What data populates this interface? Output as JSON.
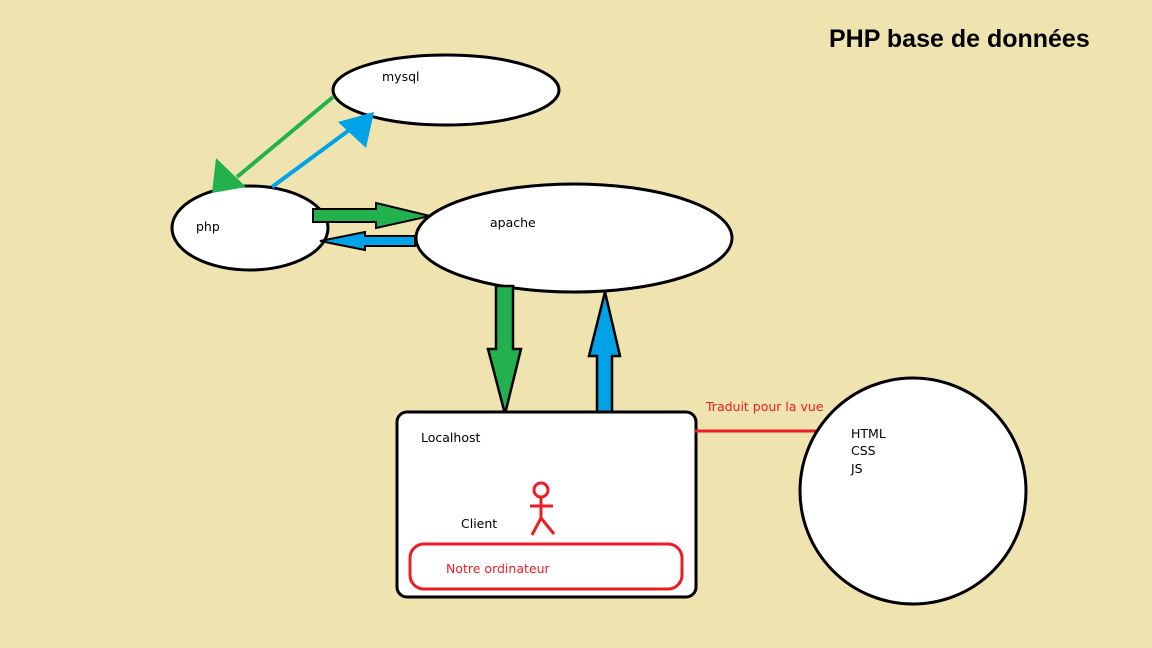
{
  "title": "PHP base de données",
  "nodes": {
    "mysql": "mysql",
    "php": "php",
    "apache": "apache",
    "localhost": "Localhost",
    "client": "Client",
    "notre_ordinateur": "Notre ordinateur",
    "html": "HTML",
    "css": "CSS",
    "js": "JS"
  },
  "connector_label": "Traduit pour la vue",
  "colors": {
    "background": "#efe4b0",
    "green_arrow": "#22b14c",
    "blue_arrow": "#00a2e8",
    "red": "#ed1c24",
    "outline": "#000000",
    "fill": "#ffffff"
  }
}
